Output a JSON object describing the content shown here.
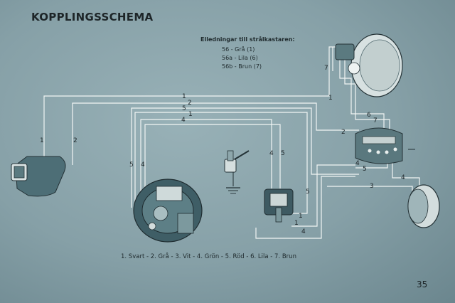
{
  "title": "KOPPLINGSSCHEMA",
  "legend": {
    "header": "Elledningar till strålkastaren:",
    "rows": [
      "56 - Grå (1)",
      "56a - Lila (6)",
      "56b - Brun (7)"
    ]
  },
  "color_key": "1. Svart - 2. Grå - 3. Vit - 4. Grön - 5. Röd - 6. Lila - 7. Brun",
  "page_number": "35",
  "wire_labels": {
    "w1a": "1",
    "w2a": "2",
    "w1b": "1",
    "w2b": "2",
    "w5a": "5",
    "w1c": "1",
    "w4a": "4",
    "w5b": "5",
    "w4b": "4",
    "w4c": "4",
    "w5c": "5",
    "w7": "7",
    "w1d": "1",
    "w6": "6",
    "w7b": "7",
    "w2c": "2",
    "w4d": "4",
    "w5d": "5",
    "w4e": "4",
    "w3": "3",
    "w5e": "5",
    "w1e": "1",
    "w1f": "1",
    "w4f": "4"
  }
}
